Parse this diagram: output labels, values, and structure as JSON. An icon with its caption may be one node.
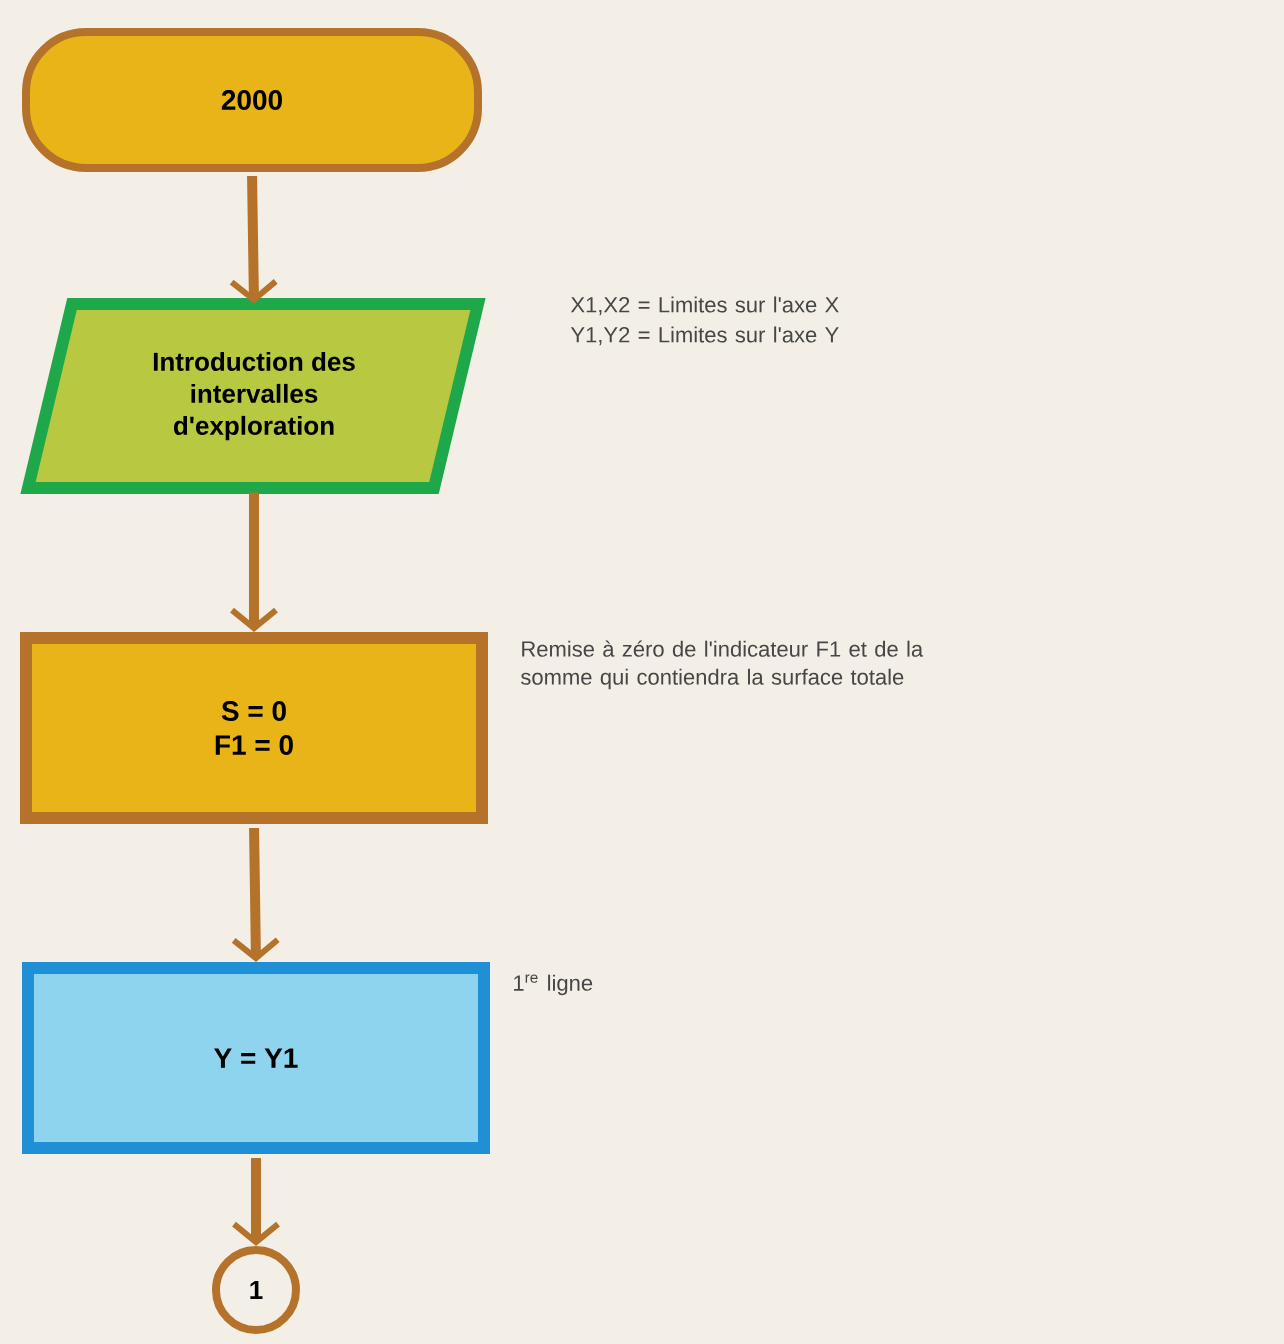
{
  "diagram": {
    "nodes": [
      {
        "text": [
          "2000"
        ]
      },
      {
        "text": [
          "Introduction des intervalles d'exploration"
        ],
        "beside": [
          "X1,X2 = Limites sur l'axe X",
          "Y1,Y2 = Limites sur l'axe Y"
        ]
      },
      {
        "text": [
          "S = 0 F1 = 0"
        ],
        "beside": [
          "Remise à zéro de l'indicateur F1 et de la somme qui contiendra la surface totale"
        ]
      },
      {
        "text": [
          "Y = Y1"
        ],
        "beside": [
          "1$^{re}$ ligne"
        ]
      },
      {
        "text": [
          "1"
        ]
      }
    ],
    "edges": [
      {
        "from": 0,
        "to": 1,
        "arrow": "to"
      },
      {
        "from": 1,
        "to": 2,
        "arrow": "to"
      },
      {
        "from": 2,
        "to": 3,
        "arrow": "to"
      },
      {
        "from": 3,
        "to": 4,
        "arrow": "to"
      }
    ]
  }
}
